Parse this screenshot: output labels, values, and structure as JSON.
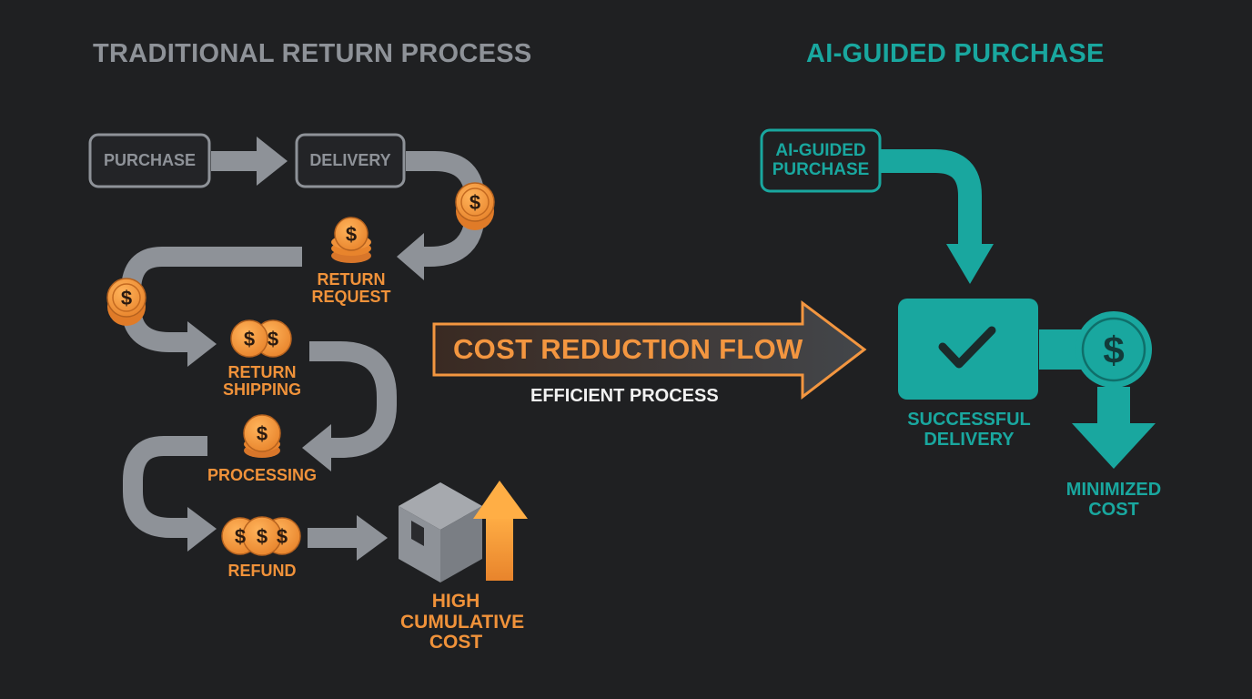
{
  "titles": {
    "traditional": "TRADITIONAL RETURN PROCESS",
    "ai": "AI-GUIDED PURCHASE"
  },
  "traditional": {
    "purchase": "PURCHASE",
    "delivery": "DELIVERY",
    "return_request": "RETURN\nREQUEST",
    "return_shipping": "RETURN\nSHIPPING",
    "processing": "PROCESSING",
    "refund": "REFUND",
    "high_cost": "HIGH\nCUMULATIVE\nCOST"
  },
  "middle": {
    "cost_reduction": "COST REDUCTION FLOW",
    "efficient": "EFFICIENT PROCESS"
  },
  "ai": {
    "purchase": "AI-GUIDED\nPURCHASE",
    "success": "SUCCESSFUL\nDELIVERY",
    "minimized": "MINIMIZED\nCOST"
  },
  "colors": {
    "background": "#1f2022",
    "gray": "#8e9298",
    "orange": "#f39640",
    "teal": "#19a79f"
  },
  "icons": [
    "dollar-coin-icon",
    "coin-stack-icon",
    "box-icon",
    "up-arrow-icon",
    "checkmark-icon"
  ]
}
